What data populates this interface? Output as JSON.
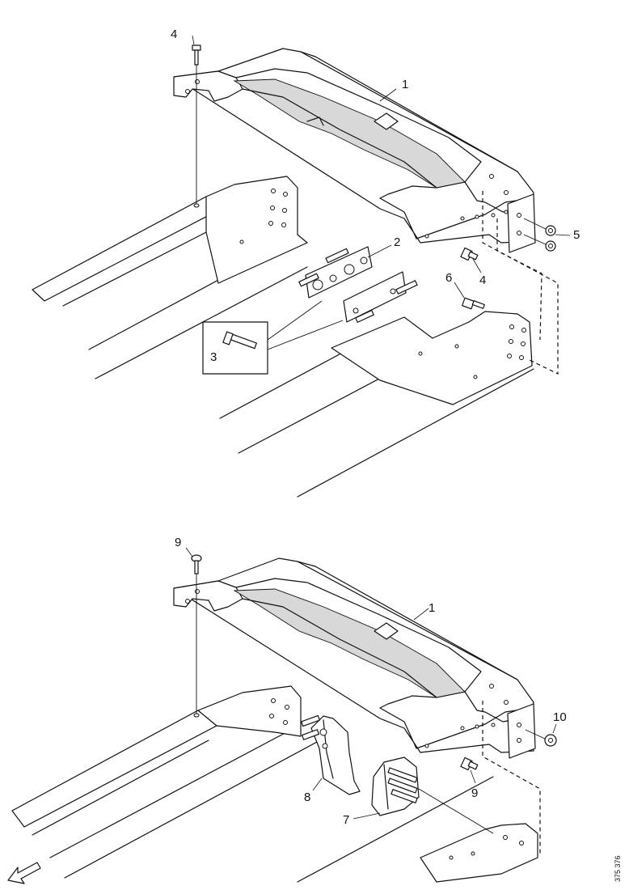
{
  "figure_top": {
    "callouts": [
      "1",
      "2",
      "3",
      "4",
      "4",
      "5",
      "6"
    ]
  },
  "figure_bottom": {
    "callouts": [
      "1",
      "7",
      "8",
      "9",
      "9",
      "10"
    ]
  },
  "reference_number": "375 376"
}
